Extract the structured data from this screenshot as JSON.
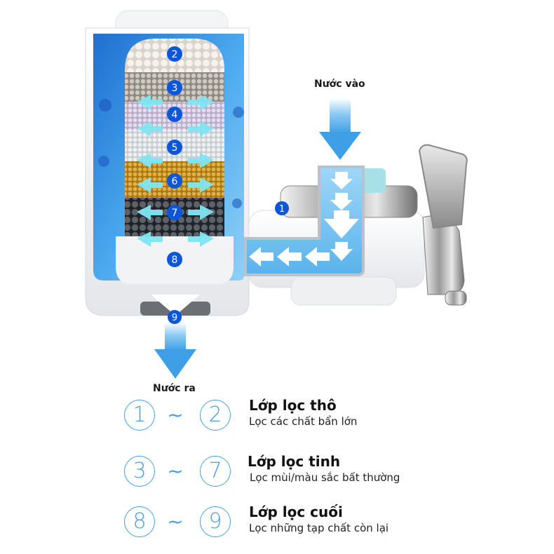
{
  "diagram": {
    "title": "Faucet water filter cross-section",
    "inlet_label": "Nước vào",
    "outlet_label": "Nước ra",
    "layer_markers": [
      "1",
      "2",
      "3",
      "4",
      "5",
      "6",
      "7",
      "8",
      "9"
    ],
    "colors": {
      "accent": "#4a9fe0",
      "marker_fill": "#0b56d9",
      "water": "#5db6ef",
      "arrow": "#3f9fe6"
    }
  },
  "legend": [
    {
      "from": "1",
      "to": "2",
      "separator": "~",
      "title": "Lớp lọc thô",
      "description": "Lọc các chất bẩn lớn"
    },
    {
      "from": "3",
      "to": "7",
      "separator": "~",
      "title": "Lớp lọc tinh",
      "description": "Lọc mùi/màu sắc bất thường"
    },
    {
      "from": "8",
      "to": "9",
      "separator": "~",
      "title": "Lớp lọc cuối",
      "description": "Lọc những tạp chất còn lại"
    }
  ]
}
